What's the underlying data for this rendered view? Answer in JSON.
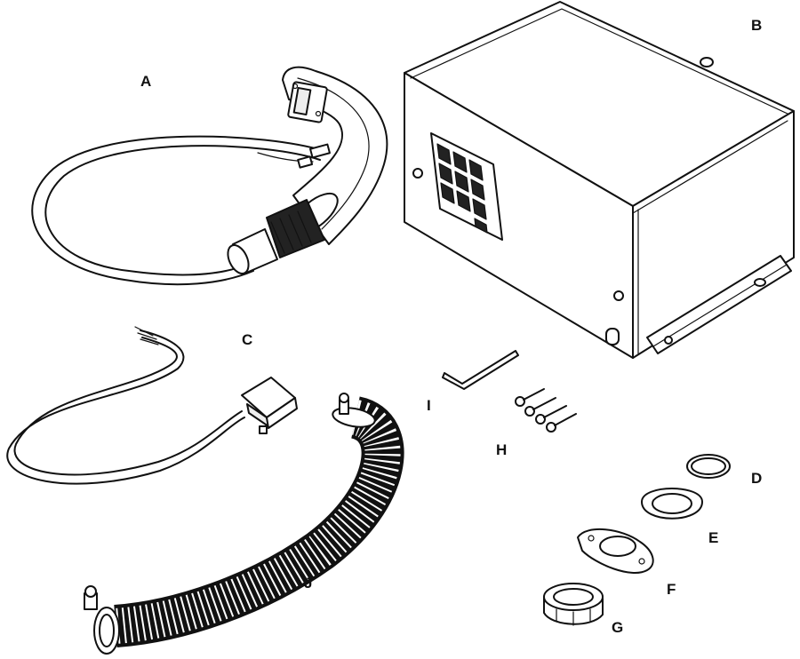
{
  "labels": {
    "a": "A",
    "b": "B",
    "c": "C",
    "d": "D",
    "e": "E",
    "f": "F",
    "g": "G",
    "h": "H",
    "i": "I",
    "j": "J"
  },
  "colors": {
    "ink": "#111111",
    "paper": "#ffffff"
  }
}
